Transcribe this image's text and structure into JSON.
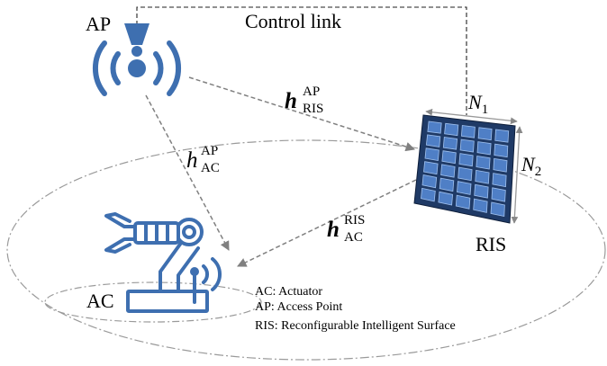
{
  "labels": {
    "ap": "AP",
    "ac": "AC",
    "ris": "RIS",
    "control_link": "Control link",
    "n1_base": "N",
    "n1_sub": "1",
    "n2_base": "N",
    "n2_sub": "2"
  },
  "channels": {
    "h_ris_ap": {
      "base": "h",
      "sup": "AP",
      "sub": "RIS"
    },
    "h_ac_ap": {
      "base": "h",
      "sup": "AP",
      "sub": "AC"
    },
    "h_ac_ris": {
      "base": "h",
      "sup": "RIS",
      "sub": "AC"
    }
  },
  "legend": [
    "AC: Actuator",
    "AP: Access Point",
    "RIS: Reconfigurable Intelligent Surface"
  ],
  "ris_panel": {
    "rows": 6,
    "cols": 5
  },
  "colors": {
    "accent_blue": "#3e6fb0",
    "panel_dark": "#1f3a66",
    "cell_fill": "#4f7fc6",
    "dash_gray": "#888888"
  }
}
